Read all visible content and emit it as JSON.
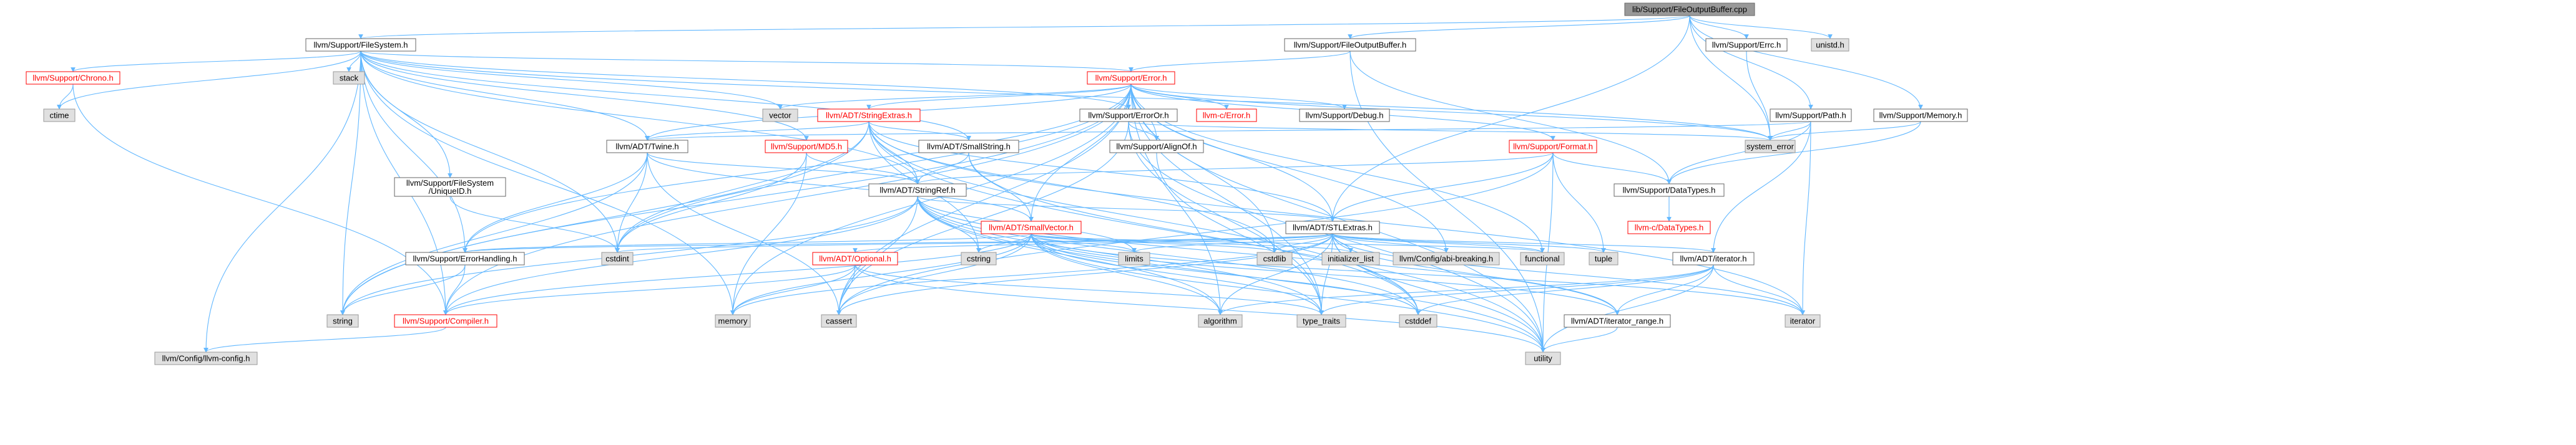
{
  "graph": {
    "nodes": [
      {
        "id": "root",
        "label": "lib/Support/FileOutputBuffer.cpp",
        "style": "root"
      },
      {
        "id": "fs",
        "label": "llvm/Support/FileSystem.h",
        "style": "white"
      },
      {
        "id": "fob",
        "label": "llvm/Support/FileOutputBuffer.h",
        "style": "white"
      },
      {
        "id": "errc",
        "label": "llvm/Support/Errc.h",
        "style": "white"
      },
      {
        "id": "unistd",
        "label": "unistd.h",
        "style": "gray"
      },
      {
        "id": "memory_h",
        "label": "llvm/Support/Memory.h",
        "style": "white"
      },
      {
        "id": "path",
        "label": "llvm/Support/Path.h",
        "style": "white"
      },
      {
        "id": "chrono",
        "label": "llvm/Support/Chrono.h",
        "style": "red"
      },
      {
        "id": "stack",
        "label": "stack",
        "style": "gray"
      },
      {
        "id": "ctime",
        "label": "ctime",
        "style": "gray"
      },
      {
        "id": "vector",
        "label": "vector",
        "style": "gray"
      },
      {
        "id": "error",
        "label": "llvm/Support/Error.h",
        "style": "red"
      },
      {
        "id": "stringextras",
        "label": "llvm/ADT/StringExtras.h",
        "style": "red"
      },
      {
        "id": "cerror",
        "label": "llvm-c/Error.h",
        "style": "red"
      },
      {
        "id": "erroror",
        "label": "llvm/Support/ErrorOr.h",
        "style": "white"
      },
      {
        "id": "debug",
        "label": "llvm/Support/Debug.h",
        "style": "white"
      },
      {
        "id": "system_error",
        "label": "system_error",
        "style": "gray"
      },
      {
        "id": "twine",
        "label": "llvm/ADT/Twine.h",
        "style": "white"
      },
      {
        "id": "md5",
        "label": "llvm/Support/MD5.h",
        "style": "red"
      },
      {
        "id": "smallstring",
        "label": "llvm/ADT/SmallString.h",
        "style": "white"
      },
      {
        "id": "alignof",
        "label": "llvm/Support/AlignOf.h",
        "style": "white"
      },
      {
        "id": "format",
        "label": "llvm/Support/Format.h",
        "style": "red"
      },
      {
        "id": "datatypes",
        "label": "llvm/Support/DataTypes.h",
        "style": "white"
      },
      {
        "id": "cdatatypes",
        "label": "llvm-c/DataTypes.h",
        "style": "red"
      },
      {
        "id": "uniqueid",
        "label": "llvm/Support/FileSystem\n/UniqueID.h",
        "style": "white"
      },
      {
        "id": "stringref",
        "label": "llvm/ADT/StringRef.h",
        "style": "white"
      },
      {
        "id": "smallvector",
        "label": "llvm/ADT/SmallVector.h",
        "style": "red"
      },
      {
        "id": "stlextras",
        "label": "llvm/ADT/STLExtras.h",
        "style": "white"
      },
      {
        "id": "errorhandling",
        "label": "llvm/Support/ErrorHandling.h",
        "style": "white"
      },
      {
        "id": "optional",
        "label": "llvm/ADT/Optional.h",
        "style": "red"
      },
      {
        "id": "iterator",
        "label": "llvm/ADT/iterator.h",
        "style": "white"
      },
      {
        "id": "iterator_range",
        "label": "llvm/ADT/iterator_range.h",
        "style": "white"
      },
      {
        "id": "compiler",
        "label": "llvm/Support/Compiler.h",
        "style": "red"
      },
      {
        "id": "llvmconfig",
        "label": "llvm/Config/llvm-config.h",
        "style": "gray"
      },
      {
        "id": "abibreaking",
        "label": "llvm/Config/abi-breaking.h",
        "style": "gray"
      },
      {
        "id": "cstdint",
        "label": "cstdint",
        "style": "gray"
      },
      {
        "id": "string",
        "label": "string",
        "style": "gray"
      },
      {
        "id": "memory",
        "label": "memory",
        "style": "gray"
      },
      {
        "id": "cassert",
        "label": "cassert",
        "style": "gray"
      },
      {
        "id": "cstring",
        "label": "cstring",
        "style": "gray"
      },
      {
        "id": "limits",
        "label": "limits",
        "style": "gray"
      },
      {
        "id": "cstdlib",
        "label": "cstdlib",
        "style": "gray"
      },
      {
        "id": "initializer_list",
        "label": "initializer_list",
        "style": "gray"
      },
      {
        "id": "functional",
        "label": "functional",
        "style": "gray"
      },
      {
        "id": "tuple",
        "label": "tuple",
        "style": "gray"
      },
      {
        "id": "algorithm",
        "label": "algorithm",
        "style": "gray"
      },
      {
        "id": "type_traits",
        "label": "type_traits",
        "style": "gray"
      },
      {
        "id": "cstddef",
        "label": "cstddef",
        "style": "gray"
      },
      {
        "id": "iterator_std",
        "label": "iterator",
        "style": "gray"
      },
      {
        "id": "utility",
        "label": "utility",
        "style": "gray"
      }
    ],
    "edges": [
      [
        "root",
        "fs"
      ],
      [
        "root",
        "fob"
      ],
      [
        "root",
        "errc"
      ],
      [
        "root",
        "unistd"
      ],
      [
        "root",
        "memory_h"
      ],
      [
        "root",
        "path"
      ],
      [
        "root",
        "system_error"
      ],
      [
        "root",
        "stlextras"
      ],
      [
        "fs",
        "chrono"
      ],
      [
        "fs",
        "stack"
      ],
      [
        "fs",
        "ctime"
      ],
      [
        "fs",
        "vector"
      ],
      [
        "fs",
        "error"
      ],
      [
        "fs",
        "erroror"
      ],
      [
        "fs",
        "twine"
      ],
      [
        "fs",
        "md5"
      ],
      [
        "fs",
        "smallstring"
      ],
      [
        "fs",
        "uniqueid"
      ],
      [
        "fs",
        "stringref"
      ],
      [
        "fs",
        "errorhandling"
      ],
      [
        "fs",
        "compiler"
      ],
      [
        "fs",
        "llvmconfig"
      ],
      [
        "fs",
        "cstdint"
      ],
      [
        "fs",
        "string"
      ],
      [
        "fs",
        "memory"
      ],
      [
        "fs",
        "system_error"
      ],
      [
        "fob",
        "error"
      ],
      [
        "fob",
        "datatypes"
      ],
      [
        "fob",
        "utility"
      ],
      [
        "errc",
        "system_error"
      ],
      [
        "memory_h",
        "system_error"
      ],
      [
        "memory_h",
        "datatypes"
      ],
      [
        "path",
        "twine"
      ],
      [
        "path",
        "iterator"
      ],
      [
        "path",
        "datatypes"
      ],
      [
        "path",
        "system_error"
      ],
      [
        "path",
        "iterator_std"
      ],
      [
        "chrono",
        "ctime"
      ],
      [
        "chrono",
        "compiler"
      ],
      [
        "error",
        "stringextras"
      ],
      [
        "error",
        "cerror"
      ],
      [
        "error",
        "erroror"
      ],
      [
        "error",
        "debug"
      ],
      [
        "error",
        "system_error"
      ],
      [
        "error",
        "twine"
      ],
      [
        "error",
        "smallvector"
      ],
      [
        "error",
        "stlextras"
      ],
      [
        "error",
        "alignof"
      ],
      [
        "error",
        "format"
      ],
      [
        "error",
        "errorhandling"
      ],
      [
        "error",
        "compiler"
      ],
      [
        "error",
        "abibreaking"
      ],
      [
        "error",
        "vector"
      ],
      [
        "error",
        "string"
      ],
      [
        "error",
        "memory"
      ],
      [
        "error",
        "cassert"
      ],
      [
        "error",
        "cstdint"
      ],
      [
        "error",
        "cstdlib"
      ],
      [
        "error",
        "functional"
      ],
      [
        "error",
        "type_traits"
      ],
      [
        "error",
        "utility"
      ],
      [
        "error",
        "algorithm"
      ],
      [
        "stringextras",
        "smallstring"
      ],
      [
        "stringextras",
        "stringref"
      ],
      [
        "stringextras",
        "twine"
      ],
      [
        "stringextras",
        "stlextras"
      ],
      [
        "stringextras",
        "cstring"
      ],
      [
        "stringextras",
        "cstdint"
      ],
      [
        "stringextras",
        "string"
      ],
      [
        "stringextras",
        "cstddef"
      ],
      [
        "stringextras",
        "iterator_std"
      ],
      [
        "stringextras",
        "utility"
      ],
      [
        "stringextras",
        "cstdlib"
      ],
      [
        "erroror",
        "alignof"
      ],
      [
        "erroror",
        "system_error"
      ],
      [
        "erroror",
        "type_traits"
      ],
      [
        "erroror",
        "utility"
      ],
      [
        "erroror",
        "cassert"
      ],
      [
        "twine",
        "smallvector"
      ],
      [
        "twine",
        "stringref"
      ],
      [
        "twine",
        "errorhandling"
      ],
      [
        "twine",
        "cassert"
      ],
      [
        "twine",
        "cstdint"
      ],
      [
        "twine",
        "string"
      ],
      [
        "md5",
        "stringref"
      ],
      [
        "md5",
        "cstdint"
      ],
      [
        "md5",
        "memory"
      ],
      [
        "smallstring",
        "smallvector"
      ],
      [
        "smallstring",
        "stringref"
      ],
      [
        "smallstring",
        "cstddef"
      ],
      [
        "alignof",
        "type_traits"
      ],
      [
        "format",
        "stringref"
      ],
      [
        "format",
        "stlextras"
      ],
      [
        "format",
        "datatypes"
      ],
      [
        "format",
        "tuple"
      ],
      [
        "format",
        "utility"
      ],
      [
        "format",
        "cassert"
      ],
      [
        "datatypes",
        "cdatatypes"
      ],
      [
        "uniqueid",
        "cstdint"
      ],
      [
        "stringref",
        "stlextras"
      ],
      [
        "stringref",
        "iterator_range"
      ],
      [
        "stringref",
        "compiler"
      ],
      [
        "stringref",
        "algorithm"
      ],
      [
        "stringref",
        "cassert"
      ],
      [
        "stringref",
        "cstddef"
      ],
      [
        "stringref",
        "cstring"
      ],
      [
        "stringref",
        "limits"
      ],
      [
        "stringref",
        "string"
      ],
      [
        "stringref",
        "type_traits"
      ],
      [
        "stringref",
        "utility"
      ],
      [
        "smallvector",
        "compiler"
      ],
      [
        "smallvector",
        "type_traits"
      ],
      [
        "smallvector",
        "errorhandling"
      ],
      [
        "smallvector",
        "algorithm"
      ],
      [
        "smallvector",
        "cassert"
      ],
      [
        "smallvector",
        "cstddef"
      ],
      [
        "smallvector",
        "cstdlib"
      ],
      [
        "smallvector",
        "cstring"
      ],
      [
        "smallvector",
        "functional"
      ],
      [
        "smallvector",
        "initializer_list"
      ],
      [
        "smallvector",
        "iterator_std"
      ],
      [
        "smallvector",
        "limits"
      ],
      [
        "smallvector",
        "memory"
      ],
      [
        "smallvector",
        "utility"
      ],
      [
        "smallvector",
        "iterator_range"
      ],
      [
        "stlextras",
        "optional"
      ],
      [
        "stlextras",
        "iterator"
      ],
      [
        "stlextras",
        "iterator_range"
      ],
      [
        "stlextras",
        "errorhandling"
      ],
      [
        "stlextras",
        "abibreaking"
      ],
      [
        "stlextras",
        "algorithm"
      ],
      [
        "stlextras",
        "cassert"
      ],
      [
        "stlextras",
        "cstddef"
      ],
      [
        "stlextras",
        "cstdint"
      ],
      [
        "stlextras",
        "cstdlib"
      ],
      [
        "stlextras",
        "functional"
      ],
      [
        "stlextras",
        "initializer_list"
      ],
      [
        "stlextras",
        "iterator_std"
      ],
      [
        "stlextras",
        "limits"
      ],
      [
        "stlextras",
        "memory"
      ],
      [
        "stlextras",
        "tuple"
      ],
      [
        "stlextras",
        "type_traits"
      ],
      [
        "stlextras",
        "utility"
      ],
      [
        "errorhandling",
        "compiler"
      ],
      [
        "errorhandling",
        "string"
      ],
      [
        "optional",
        "compiler"
      ],
      [
        "optional",
        "type_traits"
      ],
      [
        "optional",
        "cassert"
      ],
      [
        "optional",
        "memory"
      ],
      [
        "optional",
        "utility"
      ],
      [
        "iterator",
        "iterator_range"
      ],
      [
        "iterator",
        "cstddef"
      ],
      [
        "iterator",
        "iterator_std"
      ],
      [
        "iterator",
        "type_traits"
      ],
      [
        "iterator",
        "utility"
      ],
      [
        "iterator",
        "algorithm"
      ],
      [
        "iterator_range",
        "utility"
      ],
      [
        "compiler",
        "llvmconfig"
      ]
    ]
  }
}
